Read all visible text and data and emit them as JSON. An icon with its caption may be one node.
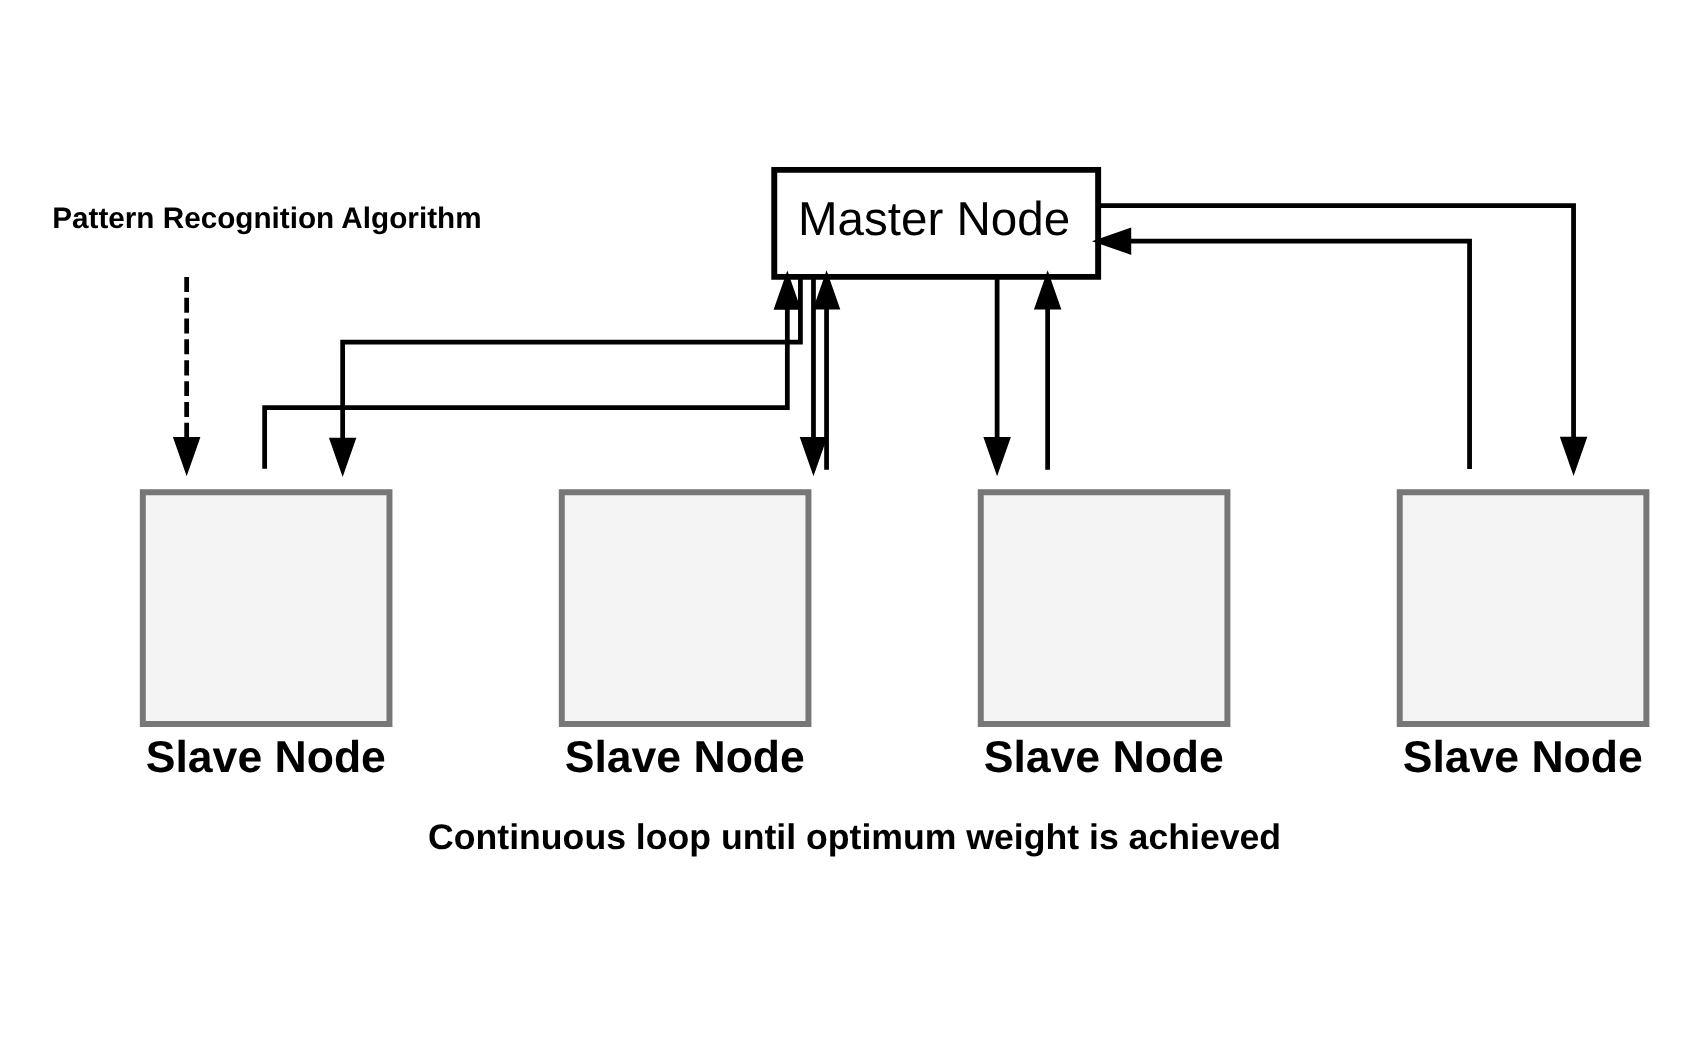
{
  "diagram": {
    "caption": "Continuous loop until optimum weight is achieved",
    "nodes": [
      {
        "text": [
          "Master Node"
        ]
      },
      {
        "text": [
          "Pattern Recognition Algorithm"
        ]
      },
      {
        "text": [
          "Slave Node"
        ]
      },
      {
        "text": [
          "Slave Node"
        ]
      },
      {
        "text": [
          "Slave Node"
        ]
      },
      {
        "text": [
          "Slave Node"
        ]
      }
    ],
    "edges": [
      {
        "from": 0,
        "to": 2,
        "arrow": "to"
      },
      {
        "from": 0,
        "to": 3,
        "arrow": "to"
      },
      {
        "from": 0,
        "to": 4,
        "arrow": "to"
      },
      {
        "from": 0,
        "to": 5,
        "arrow": "to"
      },
      {
        "from": 1,
        "to": 2,
        "arrow": "to",
        "style": "dashed"
      },
      {
        "from": 2,
        "to": 0,
        "arrow": "to"
      },
      {
        "from": 3,
        "to": 0,
        "arrow": "to"
      },
      {
        "from": 4,
        "to": 0,
        "arrow": "to"
      },
      {
        "from": 5,
        "to": 0,
        "arrow": "to"
      }
    ]
  }
}
